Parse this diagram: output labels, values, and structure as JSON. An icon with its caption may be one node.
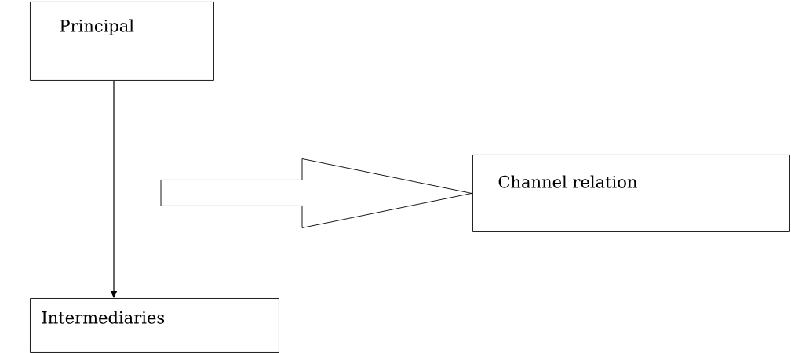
{
  "diagram": {
    "nodes": [
      {
        "text": [
          "Principal"
        ]
      },
      {
        "text": [
          "Intermediaries"
        ]
      },
      {
        "text": [
          "Channel relation"
        ]
      }
    ],
    "edges": [
      {
        "from": 0,
        "to": 1,
        "arrow": "to"
      },
      {
        "from": null,
        "to": 2,
        "arrow": "to"
      }
    ]
  }
}
